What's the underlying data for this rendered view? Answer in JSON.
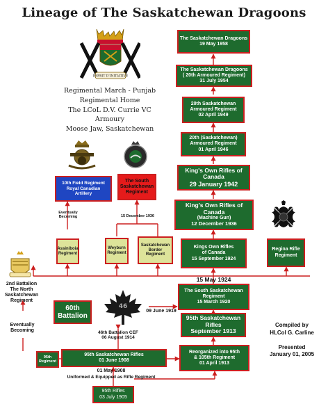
{
  "title": "Lineage of The Saskatchewan Dragoons",
  "info": {
    "regimental_march": "Regimental March - Punjab",
    "regimental_home": "Regimental Home",
    "armoury": "The LCoL D.V. Currie VC Armoury",
    "location": "Moose Jaw, Saskatchewan",
    "motto": "ESPRIT D'INITIATIVE"
  },
  "main_chain": [
    {
      "name": "The Saskatchewan Dragoons",
      "sub": "",
      "date": "19 May 1958"
    },
    {
      "name": "The Saskatchewan Dragoons",
      "sub": "( 20th Armoured Regiment)",
      "date": "31 July 1954"
    },
    {
      "name": "20th Saskatchewan",
      "sub": "Armoured Regiment",
      "date": "02 April 1949"
    },
    {
      "name": "20th (Saskatchewan)",
      "sub": "Armoured Regiment",
      "date": "01 April 1946"
    },
    {
      "name": "King's Own Rifles of Canada",
      "sub": "",
      "date": "29 January 1942"
    },
    {
      "name": "King's Own Rifles of Canada",
      "sub": "(Machine Gun)",
      "date": "12 December 1936"
    },
    {
      "name": "Kings Own Rifles",
      "sub": "of Canada",
      "date": "15 September 1924"
    }
  ],
  "branches": {
    "field_regiment": {
      "line1": "10th Field Regiment",
      "line2": "Royal Canadian",
      "line3": "Artillery"
    },
    "south_sask": {
      "line1": "The South",
      "line2": "Saskatchewan",
      "line3": "Regiment"
    },
    "eventually_becoming": "Eventually Becoming",
    "date_1936": "15 December 1936",
    "assiniboia": {
      "line1": "Assiniboia",
      "line2": "Regiment"
    },
    "weyburn": {
      "line1": "Weyburn",
      "line2": "Regiment"
    },
    "border": {
      "line1": "Saskatchewan",
      "line2": "Border",
      "line3": "Regiment"
    },
    "regina": {
      "line1": "Regina Rifle",
      "line2": "Regiment"
    }
  },
  "date_1924": "15 May 1924",
  "lower": {
    "south_sask_1920": {
      "name": "The South Saskatchewan",
      "sub": "Regiment",
      "date": "15 March 1920"
    },
    "rifles_1913": {
      "name": "95th Saskatchewan",
      "sub": "Rifles",
      "date": "September 1913"
    },
    "battalion_60": {
      "line1": "60th",
      "line2": "Battalion"
    },
    "date_1919": "09 June 1919",
    "cef": {
      "line1": "46th Battalion CEF",
      "line2": "06 August 1914"
    },
    "north_sask": {
      "line1": "2nd Battalion",
      "line2": "The North",
      "line3": "Saskatchewan",
      "line4": "Regiment"
    },
    "eventually": {
      "line1": "Eventually",
      "line2": "Becoming"
    },
    "regiment_95": {
      "line1": "95th",
      "line2": "Regiment"
    },
    "rifles_1908": {
      "name": "95th Saskatchewan Rifles",
      "date": "01 June 1908"
    },
    "reorganized": {
      "line1": "Reorganized  into 95th",
      "line2": "& 105th  Regiment",
      "line3": "01 April 1913"
    },
    "date_1908": "01 May 1908",
    "uniformed": "Uniformed & Equipped as Rifle Regiment",
    "rifles_1905": {
      "name": "95th Rifles",
      "date": "03 July 1905"
    }
  },
  "credits": {
    "compiled": "Compiled by",
    "author": "HLCol G. Carline",
    "presented": "Presented",
    "date": "January 01, 2005"
  },
  "colors": {
    "green": "#1e6b2e",
    "border_red": "#cc1f1f",
    "yellow": "#dde39a",
    "blue": "#1f46c2",
    "red": "#e51b1b"
  }
}
